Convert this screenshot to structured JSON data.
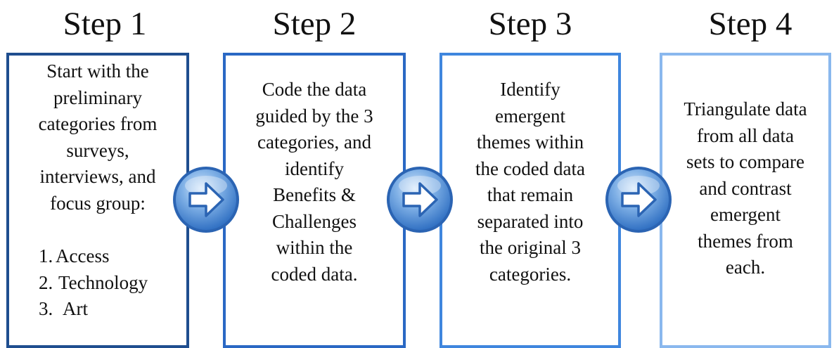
{
  "steps": [
    {
      "title": "Step 1",
      "lines": [
        "Start with the",
        "preliminary",
        "categories from",
        "surveys,",
        "interviews, and",
        "focus group:"
      ],
      "list": [
        {
          "num": "1.",
          "label": "Access"
        },
        {
          "num": "2.",
          "label": "Technology"
        },
        {
          "num": "3.",
          "label": "Art"
        }
      ],
      "color": "#1f4e8f"
    },
    {
      "title": "Step 2",
      "lines": [
        "Code the data",
        "guided by the 3",
        "categories, and",
        "identify",
        "Benefits &",
        "Challenges",
        "within the",
        "coded data."
      ],
      "color": "#2a68c4"
    },
    {
      "title": "Step 3",
      "lines": [
        "Identify",
        "emergent",
        "themes within",
        "the coded data",
        "that remain",
        "separated into",
        "the original 3",
        "categories."
      ],
      "color": "#3f86de"
    },
    {
      "title": "Step 4",
      "lines": [
        "Triangulate data",
        "from all data",
        "sets to compare",
        "and contrast",
        "emergent",
        "themes from",
        "each."
      ],
      "color": "#8ab8ee"
    }
  ],
  "arrows": [
    {
      "icon": "right-arrow-icon"
    },
    {
      "icon": "right-arrow-icon"
    },
    {
      "icon": "right-arrow-icon"
    }
  ]
}
